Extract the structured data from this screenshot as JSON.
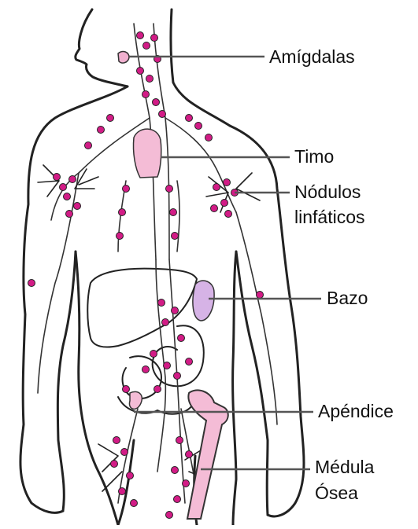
{
  "colors": {
    "outline": "#222222",
    "node": "#d21c86",
    "organ_pink": "#f4bcd6",
    "spleen": "#d6b3e6",
    "leader": "#555555"
  },
  "labels": {
    "amigdalas": "Amígdalas",
    "timo": "Timo",
    "nodulos_line1": "Nódulos",
    "nodulos_line2": "linfáticos",
    "bazo": "Bazo",
    "apendice": "Apéndice",
    "medula_line1": "Médula",
    "medula_line2": "Ósea"
  }
}
